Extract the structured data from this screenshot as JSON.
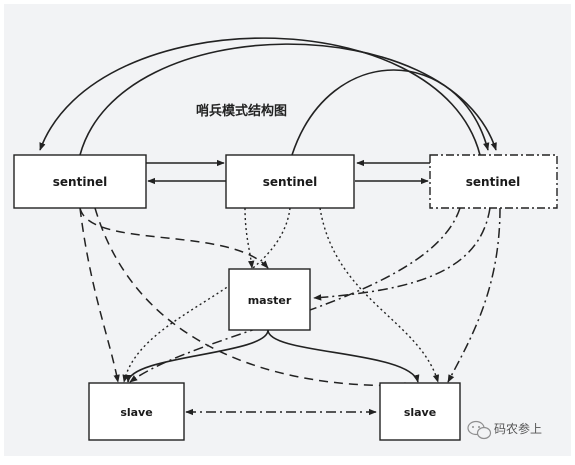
{
  "diagram": {
    "title": "哨兵模式结构图",
    "nodes": {
      "sentinel_left": "sentinel",
      "sentinel_middle": "sentinel",
      "sentinel_right": "sentinel",
      "master": "master",
      "slave_left": "slave",
      "slave_right": "slave"
    },
    "watermark": "码农参上"
  },
  "colors": {
    "background": "#f2f3f5",
    "node_fill": "#ffffff",
    "stroke": "#222222"
  }
}
